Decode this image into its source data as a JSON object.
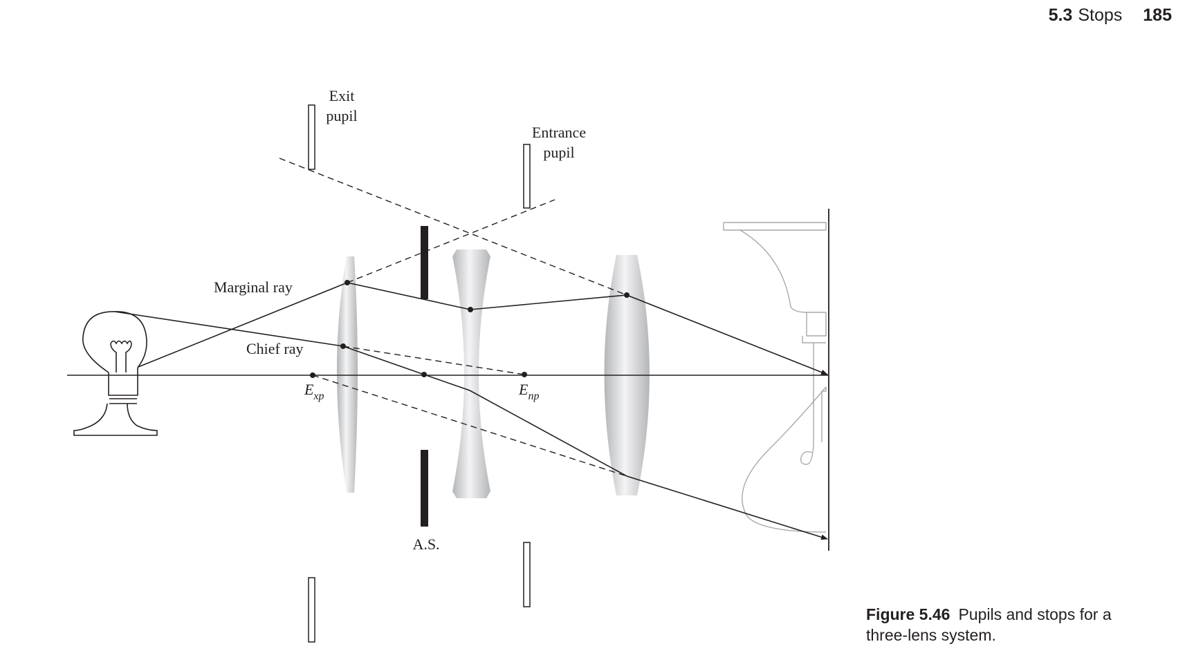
{
  "running_head": {
    "section_number": "5.3",
    "section_title": "Stops",
    "page_number": "185"
  },
  "diagram": {
    "labels": {
      "exit_pupil_line1": "Exit",
      "exit_pupil_line2": "pupil",
      "entrance_pupil_line1": "Entrance",
      "entrance_pupil_line2": "pupil",
      "marginal_ray": "Marginal ray",
      "chief_ray": "Chief ray",
      "aperture_stop": "A.S.",
      "exit_pupil_point_main": "E",
      "exit_pupil_point_sub": "xp",
      "entrance_pupil_point_main": "E",
      "entrance_pupil_point_sub": "np"
    },
    "colors": {
      "ink": "#231f20",
      "lens_fill": "#c7c8ca",
      "drawing_gray": "#a7a9ac"
    }
  },
  "caption": {
    "figure_label": "Figure 5.46",
    "text": "Pupils and stops for a three-lens system."
  }
}
